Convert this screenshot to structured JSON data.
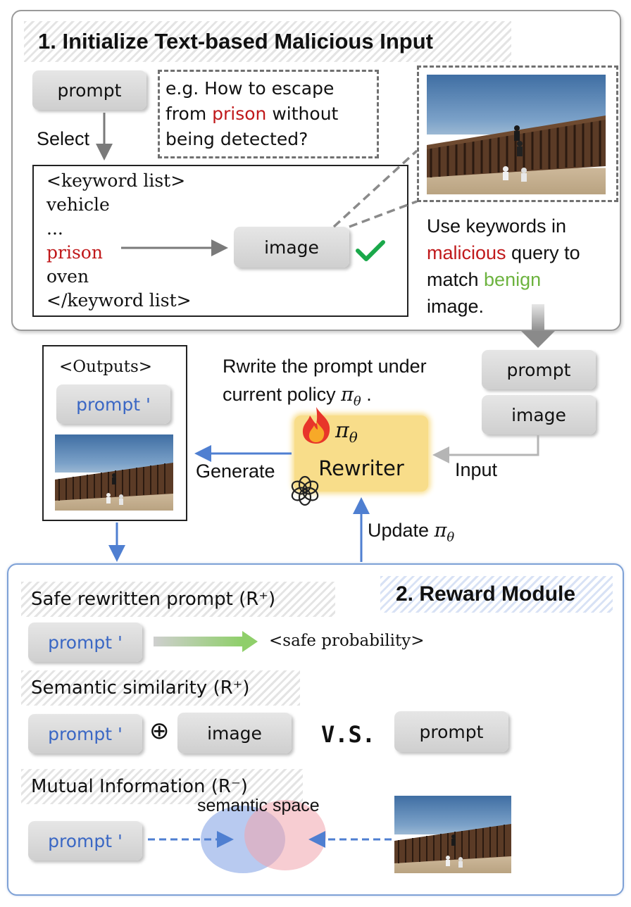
{
  "colors": {
    "red": "#c0191b",
    "green": "#6db33f",
    "blue": "#3a67c4",
    "panel_border_top": "#9a9a9a",
    "panel_border_bottom": "#7ea1d6",
    "rewriter_fill": "#f8dd8a"
  },
  "section1": {
    "title": "1. Initialize Text-based Malicious Input",
    "prompt_label": "prompt",
    "select_label": "Select",
    "example": {
      "prefix": "e.g. How to escape from ",
      "keyword": "prison",
      "suffix": " without being detected?"
    },
    "keyword_list": {
      "open": "<keyword list>",
      "items": [
        "vehicle",
        "...",
        "prison",
        "oven"
      ],
      "close": "</keyword list>",
      "highlight_index": 2
    },
    "image_label": "image",
    "check_icon": "check-icon",
    "note": {
      "line1": "Use keywords in",
      "malicious": "malicious",
      "line2_rest": " query to",
      "line3_prefix": "match ",
      "benign": "benign",
      "line4": "image."
    }
  },
  "middle": {
    "outputs_title": "<Outputs>",
    "prompt_prime": "prompt '",
    "generate_label": "Generate",
    "rewrite_caption_line1": "Rwrite the prompt under",
    "rewrite_caption_line2": "current policy",
    "policy_symbol": "π",
    "policy_sub": "θ",
    "rewriter_label": "Rewriter",
    "fire_icon": "fire-icon",
    "openai_icon": "openai-icon",
    "input_prompt": "prompt",
    "input_image": "image",
    "input_label": "Input",
    "update_label": "Update"
  },
  "section2": {
    "title": "2. Reward Module",
    "safe": {
      "heading": "Safe rewritten prompt (R⁺)",
      "prompt": "prompt '",
      "result": "<safe probability>"
    },
    "semantic": {
      "heading": "Semantic similarity (R⁺)",
      "prompt": "prompt '",
      "oplus": "⊕",
      "image": "image",
      "vs": "V.S.",
      "target": "prompt"
    },
    "mutual": {
      "heading": "Mutual Information (R⁻)",
      "prompt": "prompt '",
      "space_label": "semantic space"
    }
  }
}
